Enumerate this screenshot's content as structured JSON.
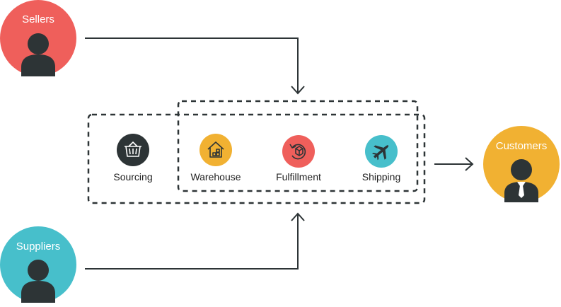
{
  "actors": {
    "sellers": {
      "label": "Sellers",
      "color": "#ef5f5b"
    },
    "suppliers": {
      "label": "Suppliers",
      "color": "#47bfcb"
    },
    "customers": {
      "label": "Customers",
      "color": "#f1b132"
    }
  },
  "steps": [
    {
      "label": "Sourcing",
      "icon": "basket-icon",
      "color": "#2d3436"
    },
    {
      "label": "Warehouse",
      "icon": "warehouse-icon",
      "color": "#f1b132"
    },
    {
      "label": "Fulfillment",
      "icon": "package-refresh-icon",
      "color": "#ef5f5b"
    },
    {
      "label": "Shipping",
      "icon": "airplane-icon",
      "color": "#47bfcb"
    }
  ],
  "colors": {
    "line": "#2d3436",
    "person": "#2d3436"
  }
}
